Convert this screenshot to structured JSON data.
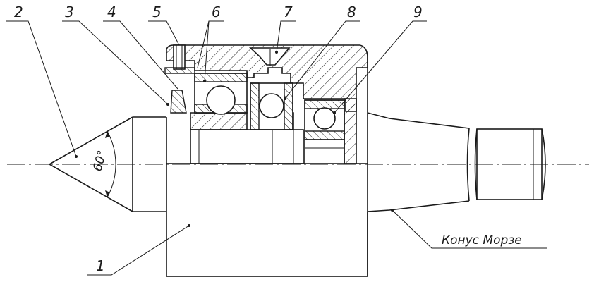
{
  "drawing": {
    "callouts": [
      {
        "id": "c2",
        "label": "2"
      },
      {
        "id": "c3",
        "label": "3"
      },
      {
        "id": "c4",
        "label": "4"
      },
      {
        "id": "c5",
        "label": "5"
      },
      {
        "id": "c6",
        "label": "6"
      },
      {
        "id": "c7",
        "label": "7"
      },
      {
        "id": "c8",
        "label": "8"
      },
      {
        "id": "c9",
        "label": "9"
      },
      {
        "id": "c1",
        "label": "1"
      }
    ],
    "angle_label": "60°",
    "morse_label": "Конус Морзе"
  },
  "colors": {
    "line": "#1a1a1a",
    "background": "#ffffff"
  }
}
